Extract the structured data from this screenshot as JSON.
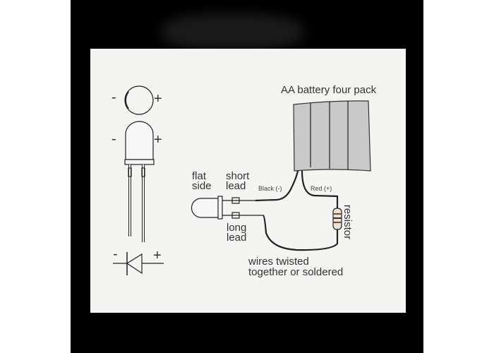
{
  "diagram": {
    "battery_label": "AA battery four pack",
    "led_labels": {
      "flat_side": "flat\nside",
      "short_lead": "short\nlead",
      "long_lead": "long\nlead"
    },
    "wire_labels": {
      "black": "Black (-)",
      "red": "Red (+)"
    },
    "resistor_label": "resistor",
    "twist_label_1": "wires twisted",
    "twist_label_2": "together or soldered",
    "polarity": {
      "minus": "-",
      "plus": "+"
    },
    "colors": {
      "paper": "#f4f4f2",
      "battery": "#c9c9c9",
      "ink": "#222222"
    }
  }
}
